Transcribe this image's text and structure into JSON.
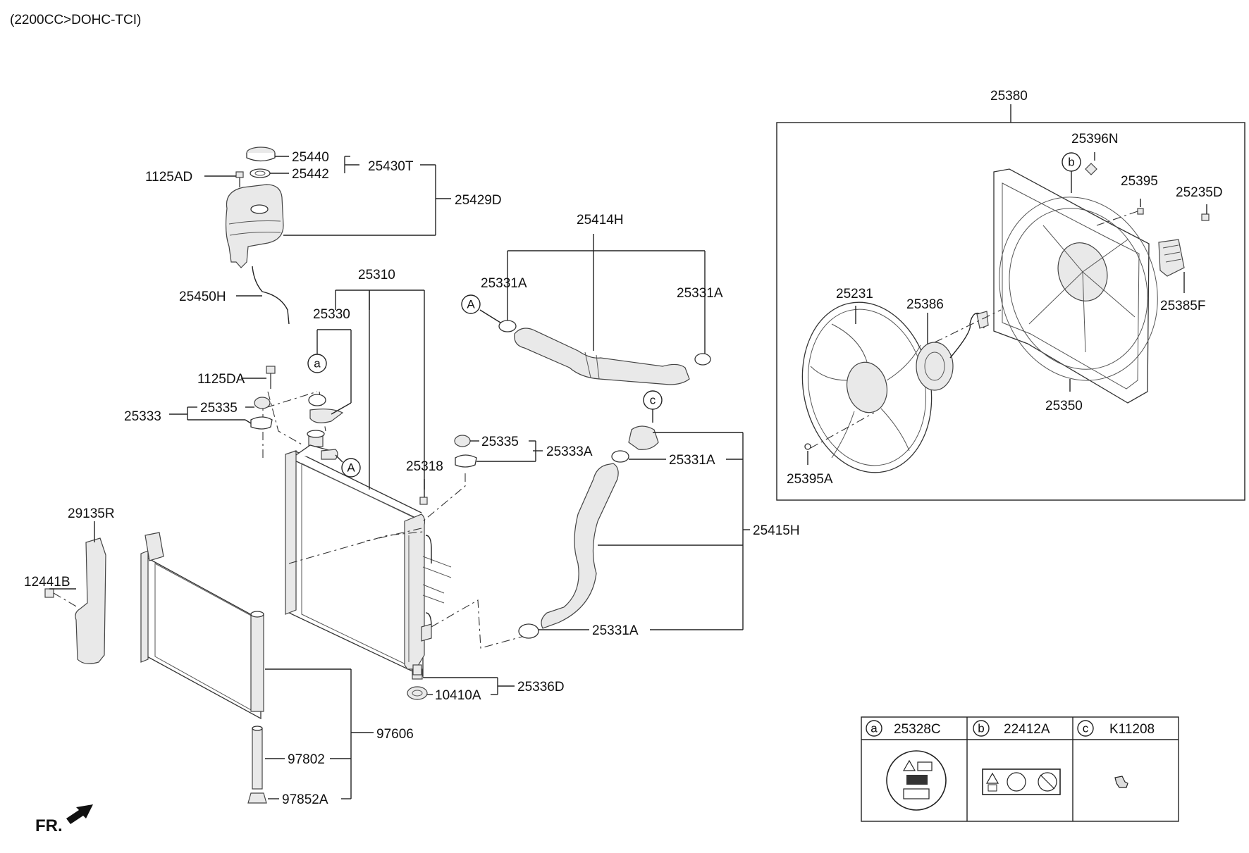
{
  "header": {
    "engine": "(2200CC>DOHC-TCI)"
  },
  "orientation": {
    "front_label": "FR."
  },
  "callouts": {
    "A": "A",
    "a": "a",
    "b": "b",
    "c": "c"
  },
  "labels": {
    "p25440": "25440",
    "p25442": "25442",
    "p25430T": "25430T",
    "p1125AD": "1125AD",
    "p25429D": "25429D",
    "p25450H": "25450H",
    "p25310": "25310",
    "p25330": "25330",
    "p1125DA": "1125DA",
    "p25335_left": "25335",
    "p25333": "25333",
    "p25414H": "25414H",
    "p25331A_1": "25331A",
    "p25331A_2": "25331A",
    "p25335_right": "25335",
    "p25333A": "25333A",
    "p25318": "25318",
    "p25331A_3": "25331A",
    "p25415H": "25415H",
    "p25331A_4": "25331A",
    "p29135R": "29135R",
    "p12441B": "12441B",
    "p25336D": "25336D",
    "p10410A": "10410A",
    "p97606": "97606",
    "p97802": "97802",
    "p97852A": "97852A",
    "p25380": "25380",
    "p25396N": "25396N",
    "p25395": "25395",
    "p25235D": "25235D",
    "p25231": "25231",
    "p25386": "25386",
    "p25385F": "25385F",
    "p25350": "25350",
    "p25395A": "25395A"
  },
  "legend_table": [
    {
      "key": "a",
      "part_no": "25328C"
    },
    {
      "key": "b",
      "part_no": "22412A"
    },
    {
      "key": "c",
      "part_no": "K11208"
    }
  ]
}
